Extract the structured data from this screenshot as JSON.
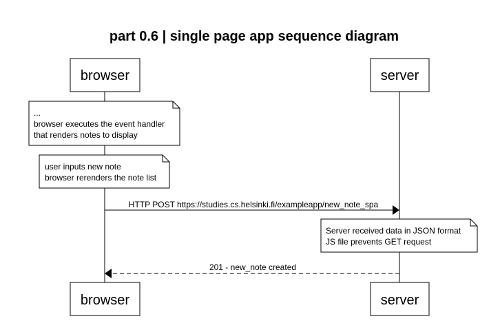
{
  "title": "part 0.6 | single page app sequence diagram",
  "participants": {
    "browser": "browser",
    "server": "server"
  },
  "notes": [
    {
      "lines": [
        "...",
        "browser executes the event handler",
        "that renders notes to display"
      ]
    },
    {
      "lines": [
        "user inputs new note",
        "browser rerenders the note list"
      ]
    },
    {
      "lines": [
        "Server received data in JSON format",
        "JS file prevents GET request"
      ]
    }
  ],
  "messages": [
    {
      "from": "browser",
      "to": "server",
      "text": "HTTP POST https://studies.cs.helsinki.fi/exampleapp/new_note_spa",
      "style": "solid"
    },
    {
      "from": "server",
      "to": "browser",
      "text": "201 - new_note created",
      "style": "dashed"
    }
  ]
}
